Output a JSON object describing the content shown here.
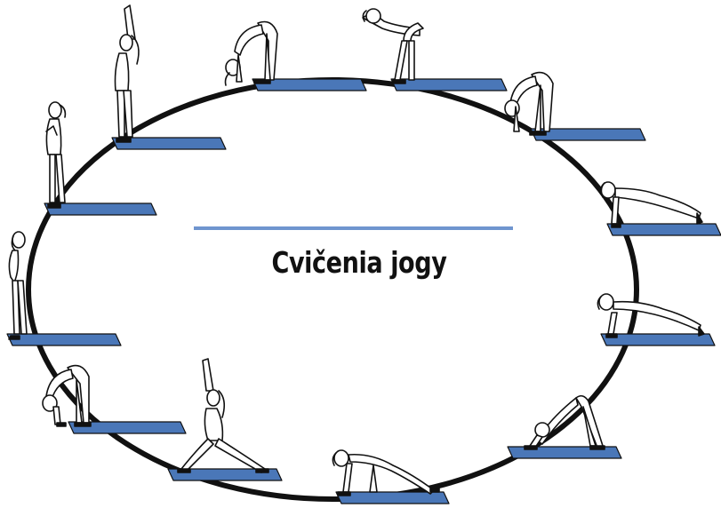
{
  "title": "Cvičenia jogy",
  "colors": {
    "mat": "#4a77b8",
    "ring": "#111111",
    "divider": "#6f95cf",
    "figure_stroke": "#111111",
    "figure_fill": "#ffffff"
  },
  "poses": [
    {
      "name": "standing",
      "icon": "standing-figure-icon"
    },
    {
      "name": "prayer",
      "icon": "prayer-figure-icon"
    },
    {
      "name": "arms-raised",
      "icon": "arms-raised-figure-icon"
    },
    {
      "name": "forward-bend",
      "icon": "forward-bend-figure-icon"
    },
    {
      "name": "half-forward-bend",
      "icon": "half-bend-figure-icon"
    },
    {
      "name": "forward-bend-right",
      "icon": "forward-bend-figure-icon"
    },
    {
      "name": "plank",
      "icon": "plank-figure-icon"
    },
    {
      "name": "low-plank",
      "icon": "low-plank-figure-icon"
    },
    {
      "name": "downward-dog",
      "icon": "downward-dog-figure-icon"
    },
    {
      "name": "lunge",
      "icon": "lunge-figure-icon"
    },
    {
      "name": "warrior",
      "icon": "warrior-figure-icon"
    },
    {
      "name": "forward-bend-bottom-left",
      "icon": "forward-bend-figure-icon"
    }
  ]
}
